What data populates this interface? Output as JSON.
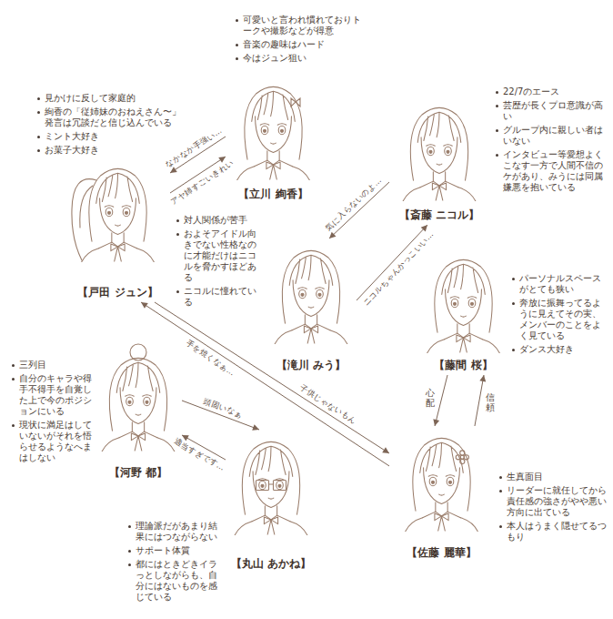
{
  "diagram": {
    "nodes": [
      {
        "text": [
          "【立川 絢香】",
          "可愛いと言われ慣れておりトークや撮影などが得意",
          "音楽の趣味はハード",
          "今はジュン狙い"
        ]
      },
      {
        "text": [
          "【斎藤 ニコル】",
          "22/7のエース",
          "芸歴が長くプロ意識が高い",
          "グループ内に親しい者はいない",
          "インタビュー等愛想よくこなす一方で人間不信のケがあり、みうには同属嫌悪を抱いている"
        ]
      },
      {
        "text": [
          "【戸田 ジュン】",
          "見かけに反して家庭的",
          "絢香の「従姉妹のおねえさん〜」発言は冗談だと信じ込んでいる",
          "ミント大好き",
          "お菓子大好き"
        ]
      },
      {
        "text": [
          "【滝川 みう】",
          "対人関係が苦手",
          "およそアイドル向きでない性格なのに才能だけはニコルを脅かすほどある",
          "ニコルに憧れている"
        ]
      },
      {
        "text": [
          "【藤間 桜】",
          "パーソナルスペースがとても狭い",
          "奔放に振舞ってるように見えてその実、メンバーのことをよく見ている",
          "ダンス大好き"
        ]
      },
      {
        "text": [
          "【河野 都】",
          "三列目",
          "自分のキャラや得手不得手を自覚した上で今のポジションにいる",
          "現状に満足はしていないがそれを悟らせるようなへまはしない"
        ]
      },
      {
        "text": [
          "【丸山 あかね】",
          "理論派だがあまり結果にはつながらない",
          "サポート体質",
          "都にはときどきイラっとしながらも、自分にはないものを感じている"
        ]
      },
      {
        "text": [
          "【佐藤 麗華】",
          "生真面目",
          "リーダーに就任してから責任感の強さがやや悪い方向に出ている",
          "本人はうまく隠せてるつもり"
        ]
      }
    ],
    "edges": [
      {
        "from": 0,
        "to": 2,
        "arrow": "to",
        "label": "なかなか手強い…"
      },
      {
        "from": 2,
        "to": 0,
        "arrow": "to",
        "label": "アヤ姉すごいきれい"
      },
      {
        "from": 1,
        "to": 3,
        "arrow": "to",
        "label": "気に入らないのよ…"
      },
      {
        "from": 3,
        "to": 1,
        "arrow": "to",
        "label": "ニコルちゃんかっこいい…"
      },
      {
        "from": 2,
        "to": 7,
        "arrow": "to",
        "label": "子供じゃないもん"
      },
      {
        "from": 7,
        "to": 2,
        "arrow": "to",
        "label": "手を焼くなぁ…"
      },
      {
        "from": 4,
        "to": 7,
        "arrow": "to",
        "label": "心配"
      },
      {
        "from": 7,
        "to": 4,
        "arrow": "to",
        "label": "信頼"
      },
      {
        "from": 5,
        "to": 6,
        "arrow": "to",
        "label": "頭固いなぁ"
      },
      {
        "from": 6,
        "to": 5,
        "arrow": "to",
        "label": "適当すぎです…"
      }
    ]
  }
}
